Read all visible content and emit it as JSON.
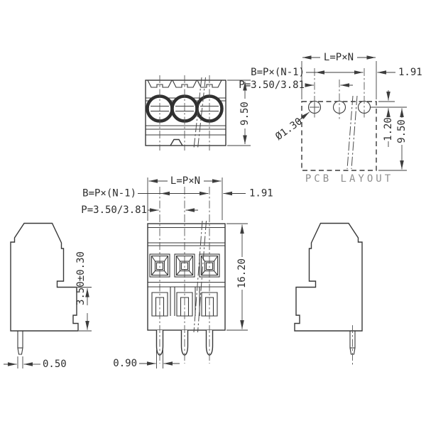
{
  "drawing": {
    "top_view": {
      "depth": "9.50"
    },
    "pcb_layout": {
      "caption": "PCB LAYOUT",
      "length_formula": "L=P×N",
      "span_formula": "B=P×(N-1)",
      "pitch_formula": "P=3.50/3.81",
      "edge_offset": "1.91",
      "hole_diameter": "Ø1.30",
      "hole_edge_offset": "1.20",
      "depth": "9.50"
    },
    "front_view": {
      "length_formula": "L=P×N",
      "span_formula": "B=P×(N-1)",
      "pitch_formula": "P=3.50/3.81",
      "edge_offset": "1.91",
      "height": "16.20",
      "pin_width": "0.90"
    },
    "side_view": {
      "solder_height": "3.50±0.30",
      "pin_thickness": "0.50"
    }
  },
  "colors": {
    "line": "#383838",
    "dimension": "#3d3d3d",
    "caption": "#8f8f8f",
    "background": "#ffffff"
  }
}
